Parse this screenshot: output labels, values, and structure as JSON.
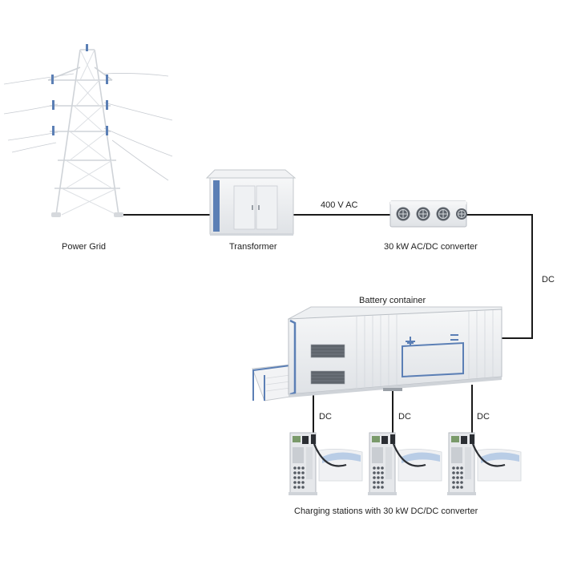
{
  "colors": {
    "line": "#1a1a1a",
    "accent": "#5b7fb5",
    "equipment_body": "#e9ecef",
    "equipment_edge": "#b9bec4"
  },
  "nodes": {
    "power_grid": {
      "label": "Power Grid",
      "icon": "power-tower-icon"
    },
    "transformer": {
      "label": "Transformer",
      "icon": "transformer-icon"
    },
    "converter": {
      "label": "30 kW AC/DC converter",
      "icon": "converter-rack-icon"
    },
    "battery": {
      "label": "Battery container",
      "icon": "battery-container-icon"
    },
    "chargers": {
      "label": "Charging stations with 30 kW DC/DC converter",
      "icon": "ev-charger-icon",
      "count": 3
    }
  },
  "connections": {
    "grid_to_transformer": {
      "label": ""
    },
    "transformer_to_converter": {
      "label": "400 V AC"
    },
    "converter_to_battery": {
      "label": "DC"
    },
    "battery_to_charger_1": {
      "label": "DC"
    },
    "battery_to_charger_2": {
      "label": "DC"
    },
    "battery_to_charger_3": {
      "label": "DC"
    }
  }
}
